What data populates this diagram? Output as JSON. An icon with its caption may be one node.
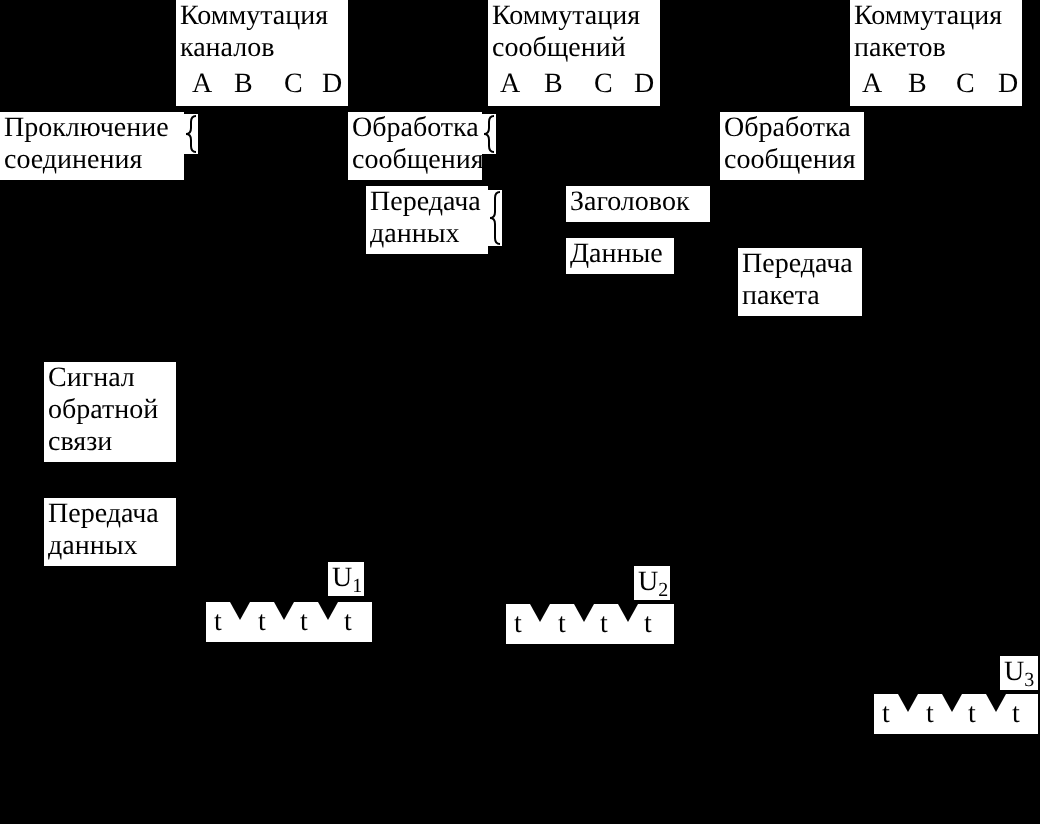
{
  "diagram": {
    "labels": [
      "Коммутация каналов",
      "Коммутация сообщений",
      "Коммутация пакетов",
      "A",
      "B",
      "C",
      "D",
      "A",
      "B",
      "C",
      "D",
      "A",
      "B",
      "C",
      "D",
      "Проключение соединения",
      "Обработка сообщения",
      "Обработка сообщения",
      "Передача данных",
      "Заголовок",
      "Данные",
      "Передача пакета",
      "Сигнал обратной связи",
      "Передача данных",
      "U$_{1}$",
      "U$_{2}$",
      "t",
      "t",
      "t",
      "t",
      "t",
      "t",
      "t",
      "t",
      "U$_{3}$",
      "t",
      "t",
      "t",
      "t"
    ]
  }
}
